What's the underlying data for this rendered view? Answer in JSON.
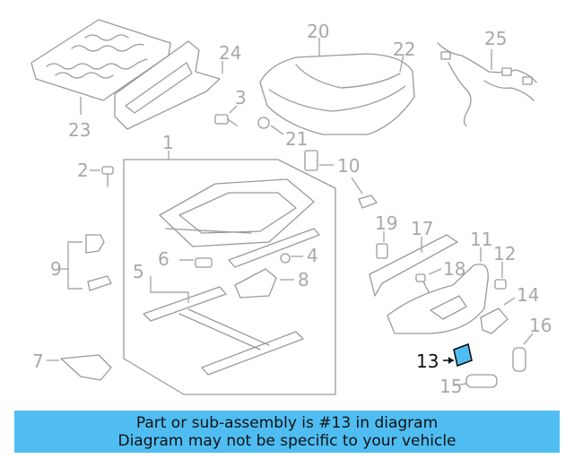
{
  "callouts": [
    "1",
    "2",
    "3",
    "4",
    "5",
    "6",
    "7",
    "8",
    "9",
    "10",
    "11",
    "12",
    "13",
    "14",
    "15",
    "16",
    "17",
    "18",
    "19",
    "20",
    "21",
    "22",
    "23",
    "24",
    "25"
  ],
  "highlight_callout": "13",
  "colors": {
    "banner": "#4fbdf2",
    "highlight": "#4fbdf2",
    "line": "#9a9a9a",
    "label": "#a8a8a8"
  },
  "banner": {
    "line1": "Part or sub-assembly is #13 in diagram",
    "line2": "Diagram may not be specific to your vehicle"
  }
}
